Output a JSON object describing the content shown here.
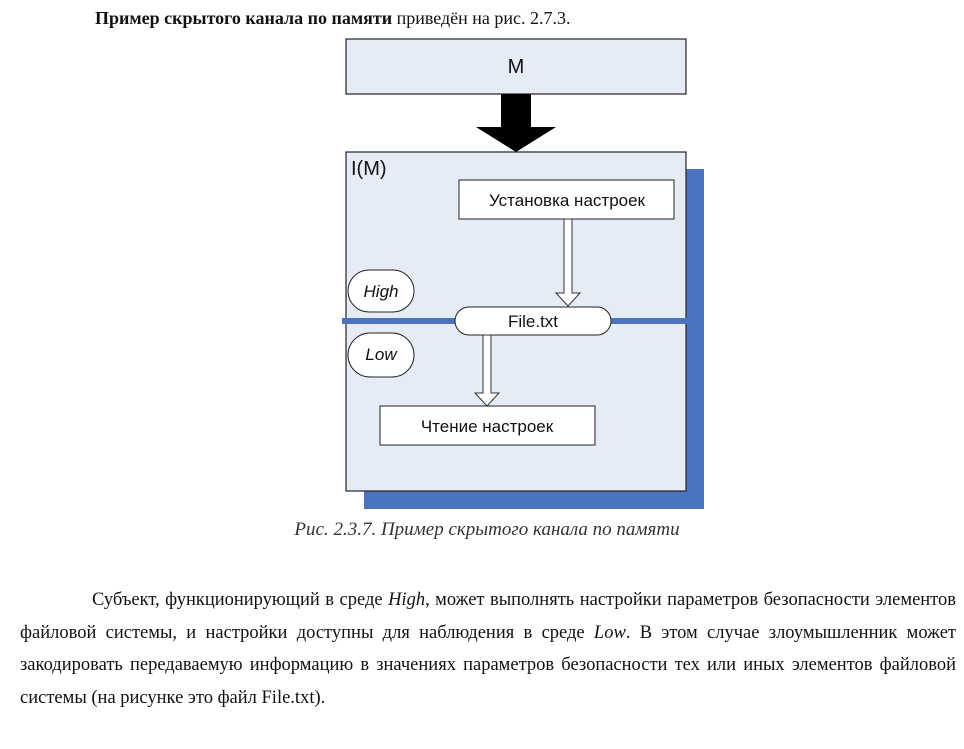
{
  "intro": {
    "bold": "Пример скрытого канала по памяти",
    "rest": " приведён на рис. 2.7.3."
  },
  "diagram": {
    "top_box_label": "M",
    "container_label": "I(M)",
    "settings_write_label": "Установка настроек",
    "file_label": "File.txt",
    "settings_read_label": "Чтение настроек",
    "high_label": "High",
    "low_label": "Low",
    "colors": {
      "box_fill": "#e6ecf6",
      "shadow": "#4a74c0",
      "divider": "#4a74c0",
      "arrow": "#000000"
    }
  },
  "caption": "Рис. 2.3.7. Пример скрытого канала по памяти",
  "paragraph": {
    "part1": "Субъект, функционирующий в среде ",
    "em1": "High",
    "part2": ", может выполнять настройки параметров безопасности элементов файловой системы, и настройки доступны для наблюдения в среде ",
    "em2": "Low",
    "part3": ". В этом случае злоумышленник может закодировать передаваемую информацию в значениях параметров безопасности тех или иных элементов файловой системы (на рисунке это файл File.txt)."
  }
}
